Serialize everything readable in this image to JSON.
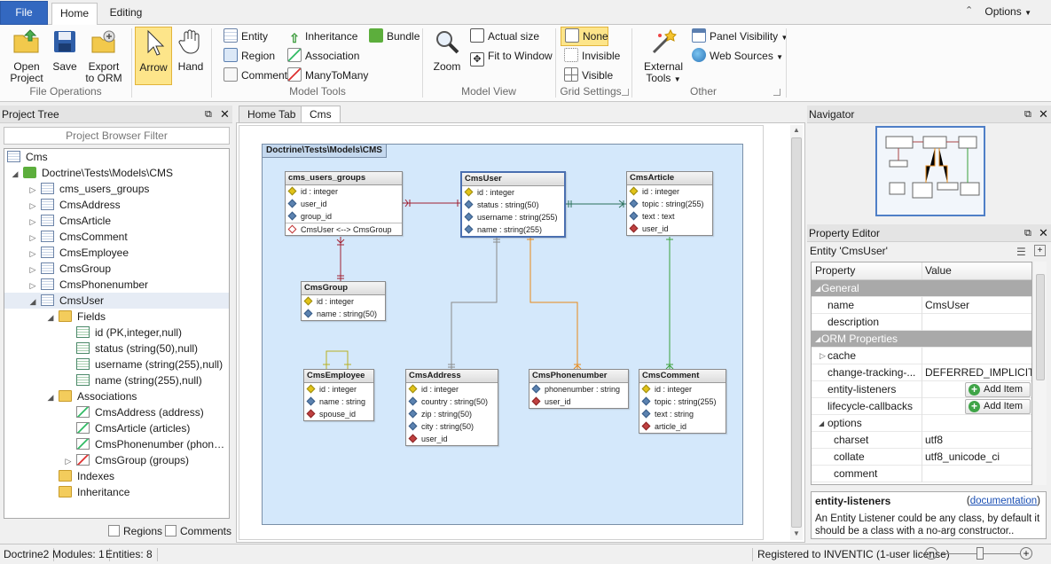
{
  "tabs": {
    "file": "File",
    "home": "Home",
    "editing": "Editing",
    "options": "Options"
  },
  "ribbon": {
    "file_ops": {
      "open": "Open Project",
      "save": "Save",
      "export": "Export to ORM",
      "label": "File Operations"
    },
    "pointer": {
      "arrow": "Arrow",
      "hand": "Hand"
    },
    "model_tools": {
      "entity": "Entity",
      "region": "Region",
      "comment": "Comment",
      "inheritance": "Inheritance",
      "association": "Association",
      "manytomany": "ManyToMany",
      "bundle": "Bundle",
      "label": "Model Tools"
    },
    "model_view": {
      "zoom": "Zoom",
      "actual": "Actual size",
      "fit": "Fit to Window",
      "label": "Model View"
    },
    "grid": {
      "none": "None",
      "invisible": "Invisible",
      "visible": "Visible",
      "label": "Grid Settings"
    },
    "other": {
      "external": "External Tools",
      "panel": "Panel Visibility",
      "web": "Web Sources",
      "label": "Other"
    }
  },
  "project_tree": {
    "title": "Project Tree",
    "filter_placeholder": "Project Browser Filter",
    "nodes": [
      {
        "label": "Cms"
      },
      {
        "label": "Doctrine\\Tests\\Models\\CMS"
      },
      {
        "label": "cms_users_groups"
      },
      {
        "label": "CmsAddress"
      },
      {
        "label": "CmsArticle"
      },
      {
        "label": "CmsComment"
      },
      {
        "label": "CmsEmployee"
      },
      {
        "label": "CmsGroup"
      },
      {
        "label": "CmsPhonenumber"
      },
      {
        "label": "CmsUser"
      },
      {
        "label": "Fields"
      },
      {
        "label": "id (PK,integer,null)"
      },
      {
        "label": "status (string(50),null)"
      },
      {
        "label": "username (string(255),null)"
      },
      {
        "label": "name (string(255),null)"
      },
      {
        "label": "Associations"
      },
      {
        "label": "CmsAddress (address)"
      },
      {
        "label": "CmsArticle (articles)"
      },
      {
        "label": "CmsPhonenumber (phon…"
      },
      {
        "label": "CmsGroup (groups)"
      },
      {
        "label": "Indexes"
      },
      {
        "label": "Inheritance"
      }
    ],
    "regions_label": "Regions",
    "comments_label": "Comments"
  },
  "doc_tabs": [
    "Home Tab",
    "Cms"
  ],
  "diagram": {
    "region_title": "Doctrine\\Tests\\Models\\CMS",
    "entities": {
      "cms_users_groups": {
        "title": "cms_users_groups",
        "rows": [
          "id : integer",
          "user_id",
          "group_id"
        ],
        "assoc": "CmsUser <--> CmsGroup"
      },
      "CmsUser": {
        "title": "CmsUser",
        "rows": [
          "id : integer",
          "status : string(50)",
          "username : string(255)",
          "name : string(255)"
        ]
      },
      "CmsArticle": {
        "title": "CmsArticle",
        "rows": [
          "id : integer",
          "topic : string(255)",
          "text : text",
          "user_id"
        ]
      },
      "CmsGroup": {
        "title": "CmsGroup",
        "rows": [
          "id : integer",
          "name : string(50)"
        ]
      },
      "CmsEmployee": {
        "title": "CmsEmployee",
        "rows": [
          "id : integer",
          "name : string",
          "spouse_id"
        ]
      },
      "CmsAddress": {
        "title": "CmsAddress",
        "rows": [
          "id : integer",
          "country : string(50)",
          "zip : string(50)",
          "city : string(50)",
          "user_id"
        ]
      },
      "CmsPhonenumber": {
        "title": "CmsPhonenumber",
        "rows": [
          "phonenumber : string",
          "user_id"
        ]
      },
      "CmsComment": {
        "title": "CmsComment",
        "rows": [
          "id : integer",
          "topic : string(255)",
          "text : string",
          "article_id"
        ]
      }
    }
  },
  "navigator": {
    "title": "Navigator"
  },
  "property_editor": {
    "title": "Property Editor",
    "entity_label": "Entity 'CmsUser'",
    "col_property": "Property",
    "col_value": "Value",
    "rows": [
      {
        "name": "General",
        "value": ""
      },
      {
        "name": "name",
        "value": "CmsUser"
      },
      {
        "name": "description",
        "value": ""
      },
      {
        "name": "ORM Properties",
        "value": ""
      },
      {
        "name": "cache",
        "value": ""
      },
      {
        "name": "change-tracking-...",
        "value": "DEFERRED_IMPLICIT"
      },
      {
        "name": "entity-listeners",
        "value": "Add Item"
      },
      {
        "name": "lifecycle-callbacks",
        "value": "Add Item"
      },
      {
        "name": "options",
        "value": ""
      },
      {
        "name": "charset",
        "value": "utf8"
      },
      {
        "name": "collate",
        "value": "utf8_unicode_ci"
      },
      {
        "name": "comment",
        "value": ""
      }
    ],
    "desc_title": "entity-listeners",
    "desc_link": "documentation",
    "desc_text": "An Entity Listener could be any class, by default it should be a class with a no-arg constructor.."
  },
  "status": {
    "app": "Doctrine2",
    "modules": "Modules: 1",
    "entities": "Entities: 8",
    "license": "Registered to INVENTIC (1-user license)"
  }
}
